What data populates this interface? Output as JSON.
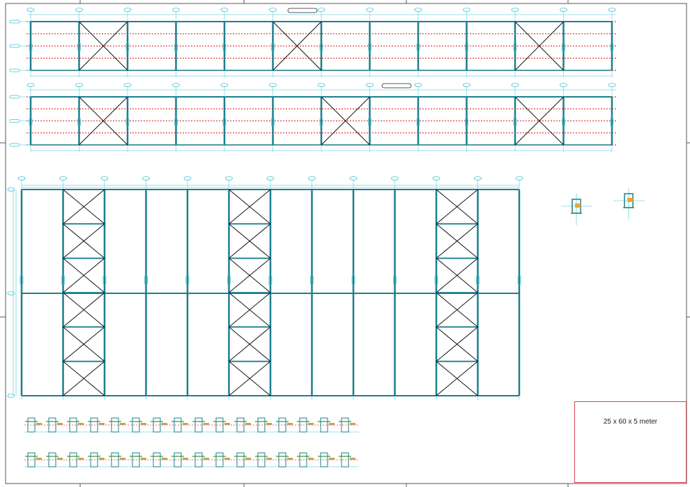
{
  "title_block": {
    "text": "25 x 60 x 5 meter"
  },
  "colors": {
    "steel": "#1a7f8e",
    "grid": "#38c6d8",
    "brace": "#111111",
    "purlin": "#e23a3a",
    "title_border": "#d9434f"
  },
  "elevations": [
    {
      "bays": 12,
      "braced_bays": [
        2,
        6,
        11
      ]
    },
    {
      "bays": 12,
      "braced_bays": [
        2,
        7,
        11
      ]
    }
  ],
  "plan": {
    "bays": 12,
    "braced_bays": [
      2,
      6,
      11
    ],
    "braced_panels_per_bay": 6
  }
}
